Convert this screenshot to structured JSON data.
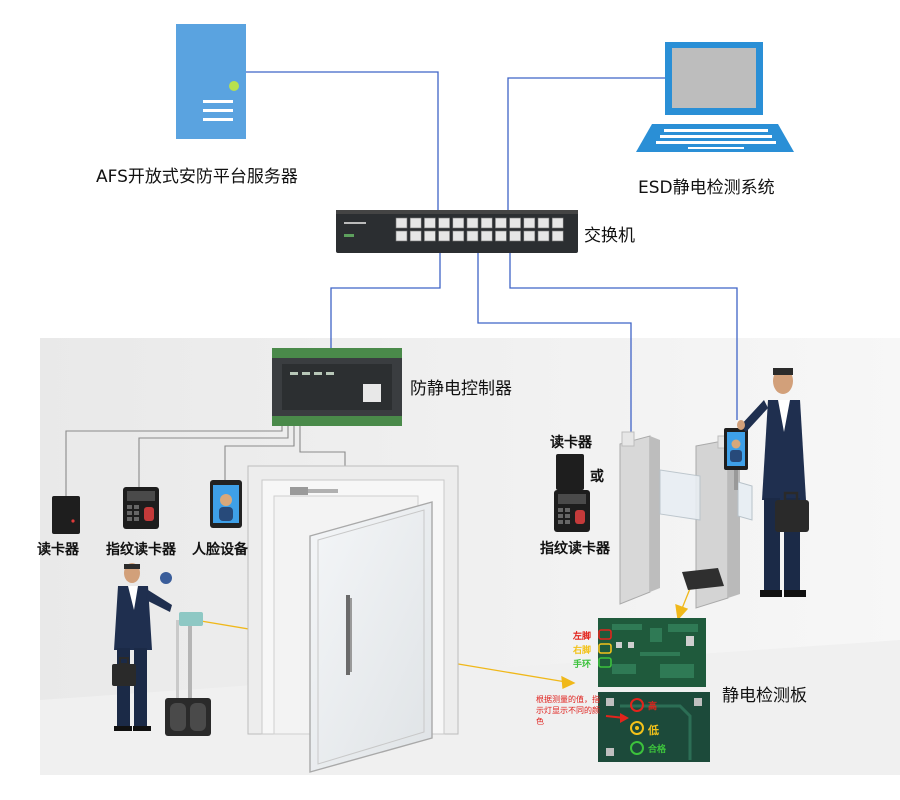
{
  "labels": {
    "server": "AFS开放式安防平台服务器",
    "esd_system": "ESD静电检测系统",
    "switch": "交换机",
    "controller": "防静电控制器",
    "card_reader_left": "读卡器",
    "fingerprint_reader_left": "指纹读卡器",
    "face_device": "人脸设备",
    "card_reader_right": "读卡器",
    "or": "或",
    "fingerprint_reader_right": "指纹读卡器",
    "esd_board": "静电检测板"
  },
  "board": {
    "left_foot": "左脚",
    "right_foot": "右脚",
    "wrist": "手环",
    "note": "根据测量的值，指示灯显示不同的颜色",
    "high": "高",
    "low": "低",
    "pass": "合格"
  },
  "colors": {
    "network_line": "#3f63c7",
    "signal_line": "#f0b81a",
    "wire": "#8a8a8a",
    "server": "#5aa3e0",
    "monitor_frame": "#2a8fd6",
    "pcb": "#1f5a3c",
    "indicator_red": "#e3241c",
    "indicator_yellow": "#f3c21a",
    "indicator_green": "#3cc23c"
  }
}
